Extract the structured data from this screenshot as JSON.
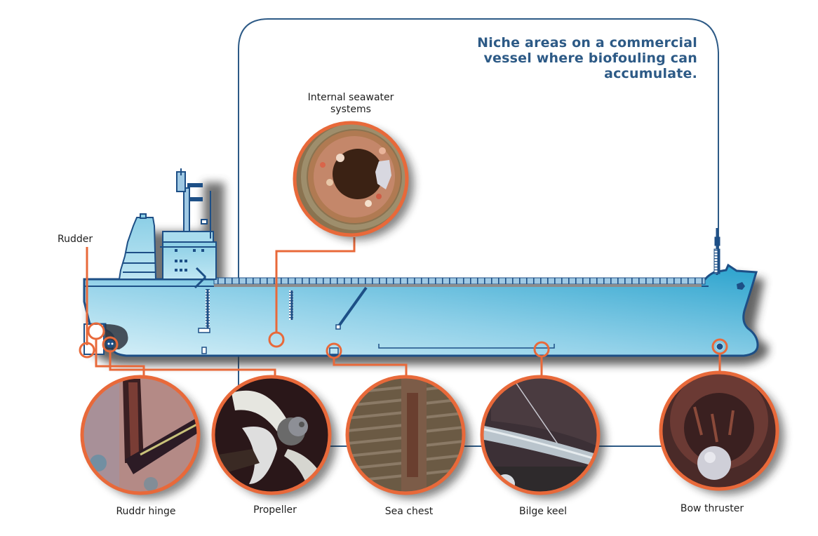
{
  "title": "Niche areas on a commercial vessel where biofouling can accumulate.",
  "labels": {
    "internal_seawater": "Internal seawater systems",
    "rudder": "Rudder",
    "ruddr_hinge": "Ruddr hinge",
    "propeller": "Propeller",
    "sea_chest": "Sea chest",
    "bilge_keel": "Bilge keel",
    "bow_thruster": "Bow thruster"
  },
  "colors": {
    "callout_orange": "#e8693a",
    "frame_blue": "#2d5a86",
    "hull_light": "#bfe6f3",
    "hull_dark": "#2ba3cc",
    "outline_navy": "#1d4f86"
  }
}
